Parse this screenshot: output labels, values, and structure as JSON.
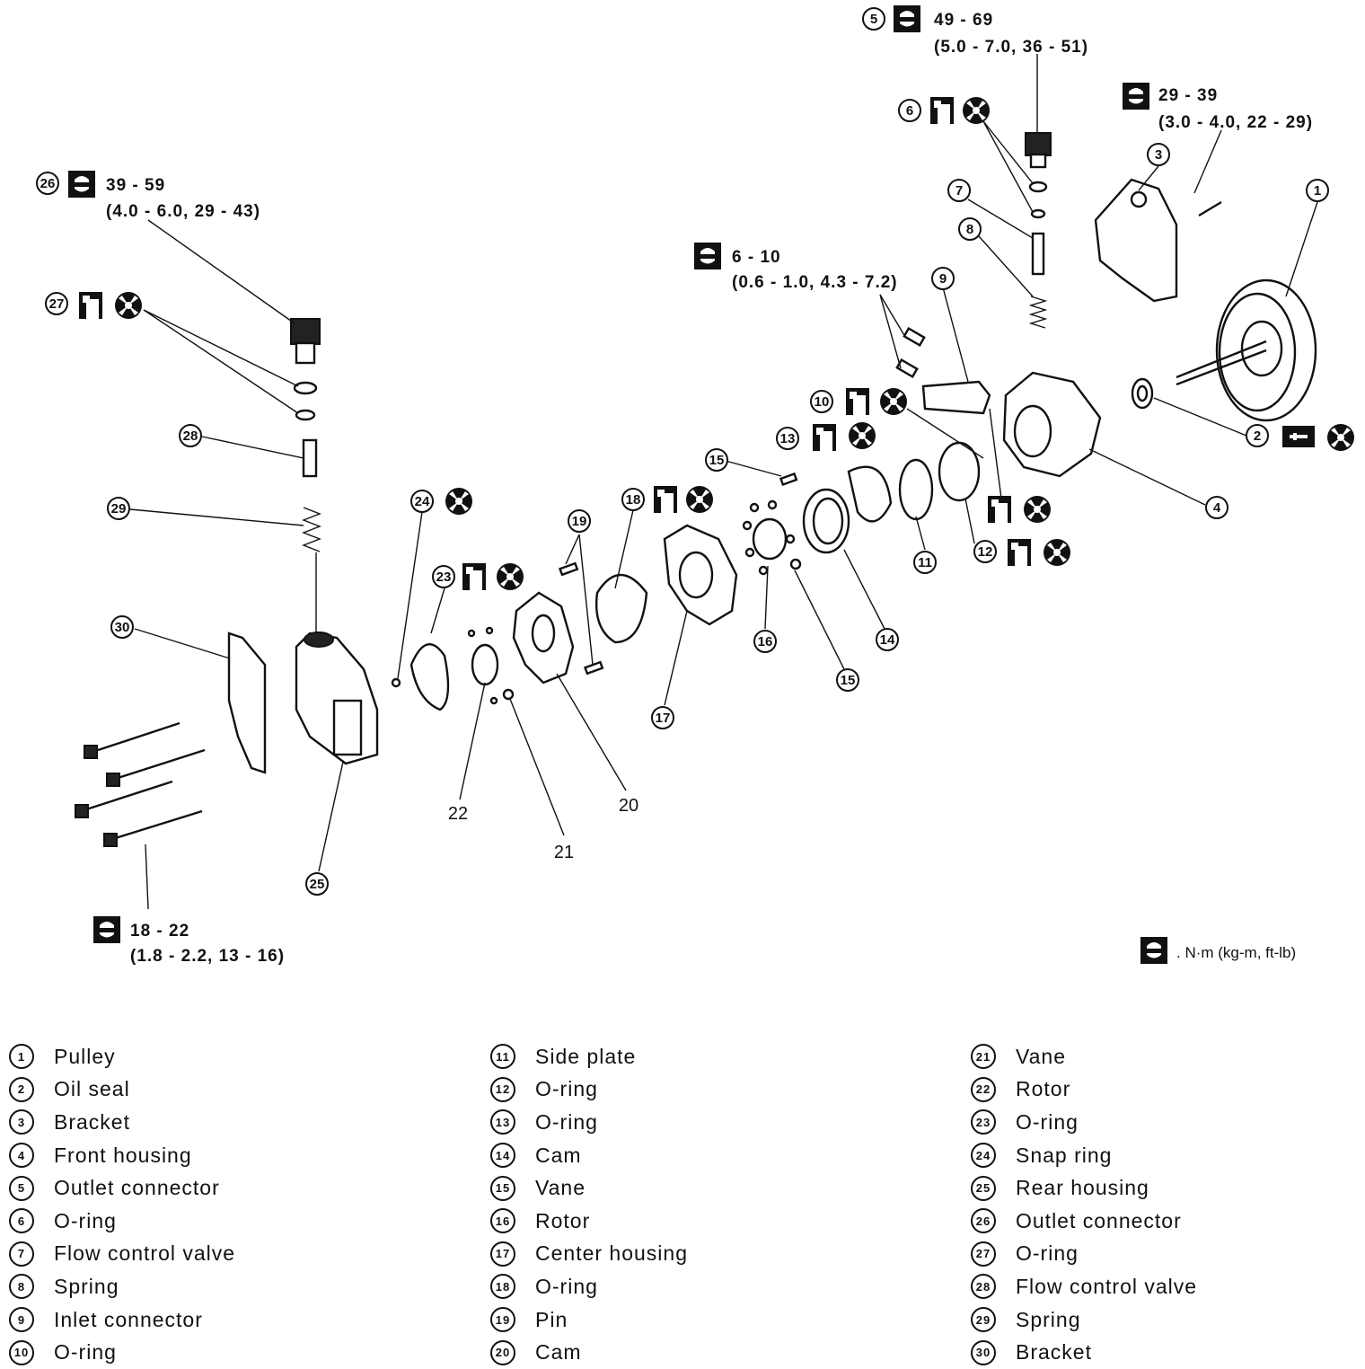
{
  "torque_specs": {
    "spec5": {
      "num": "5",
      "line1": "49 - 69",
      "line2": "(5.0 - 7.0, 36 - 51)"
    },
    "spec_bracket": {
      "line1": "29 - 39",
      "line2": "(3.0 - 4.0, 22 - 29)"
    },
    "spec26": {
      "num": "26",
      "line1": "39 - 59",
      "line2": "(4.0 - 6.0, 29 - 43)"
    },
    "spec9": {
      "line1": "6 - 10",
      "line2": "(0.6 - 1.0, 4.3 - 7.2)"
    },
    "spec_bolts": {
      "line1": "18 - 22",
      "line2": "(1.8 - 2.2, 13 - 16)"
    },
    "unit_note": ". N·m (kg-m, ft-lb)"
  },
  "callouts": [
    "1",
    "2",
    "3",
    "4",
    "5",
    "6",
    "7",
    "8",
    "9",
    "10",
    "11",
    "12",
    "13",
    "14",
    "15",
    "16",
    "17",
    "18",
    "19",
    "20",
    "21",
    "22",
    "23",
    "24",
    "25",
    "26",
    "27",
    "28",
    "29",
    "30"
  ],
  "legend": [
    [
      {
        "num": "1",
        "name": "Pulley"
      },
      {
        "num": "2",
        "name": "Oil seal"
      },
      {
        "num": "3",
        "name": "Bracket"
      },
      {
        "num": "4",
        "name": "Front housing"
      },
      {
        "num": "5",
        "name": "Outlet connector"
      },
      {
        "num": "6",
        "name": "O-ring"
      },
      {
        "num": "7",
        "name": "Flow control valve"
      },
      {
        "num": "8",
        "name": "Spring"
      },
      {
        "num": "9",
        "name": "Inlet connector"
      },
      {
        "num": "10",
        "name": "O-ring"
      }
    ],
    [
      {
        "num": "11",
        "name": "Side plate"
      },
      {
        "num": "12",
        "name": "O-ring"
      },
      {
        "num": "13",
        "name": "O-ring"
      },
      {
        "num": "14",
        "name": "Cam"
      },
      {
        "num": "15",
        "name": "Vane"
      },
      {
        "num": "16",
        "name": "Rotor"
      },
      {
        "num": "17",
        "name": "Center housing"
      },
      {
        "num": "18",
        "name": "O-ring"
      },
      {
        "num": "19",
        "name": "Pin"
      },
      {
        "num": "20",
        "name": "Cam"
      }
    ],
    [
      {
        "num": "21",
        "name": "Vane"
      },
      {
        "num": "22",
        "name": "Rotor"
      },
      {
        "num": "23",
        "name": "O-ring"
      },
      {
        "num": "24",
        "name": "Snap ring"
      },
      {
        "num": "25",
        "name": "Rear housing"
      },
      {
        "num": "26",
        "name": "Outlet connector"
      },
      {
        "num": "27",
        "name": "O-ring"
      },
      {
        "num": "28",
        "name": "Flow control valve"
      },
      {
        "num": "29",
        "name": "Spring"
      },
      {
        "num": "30",
        "name": "Bracket"
      }
    ]
  ]
}
